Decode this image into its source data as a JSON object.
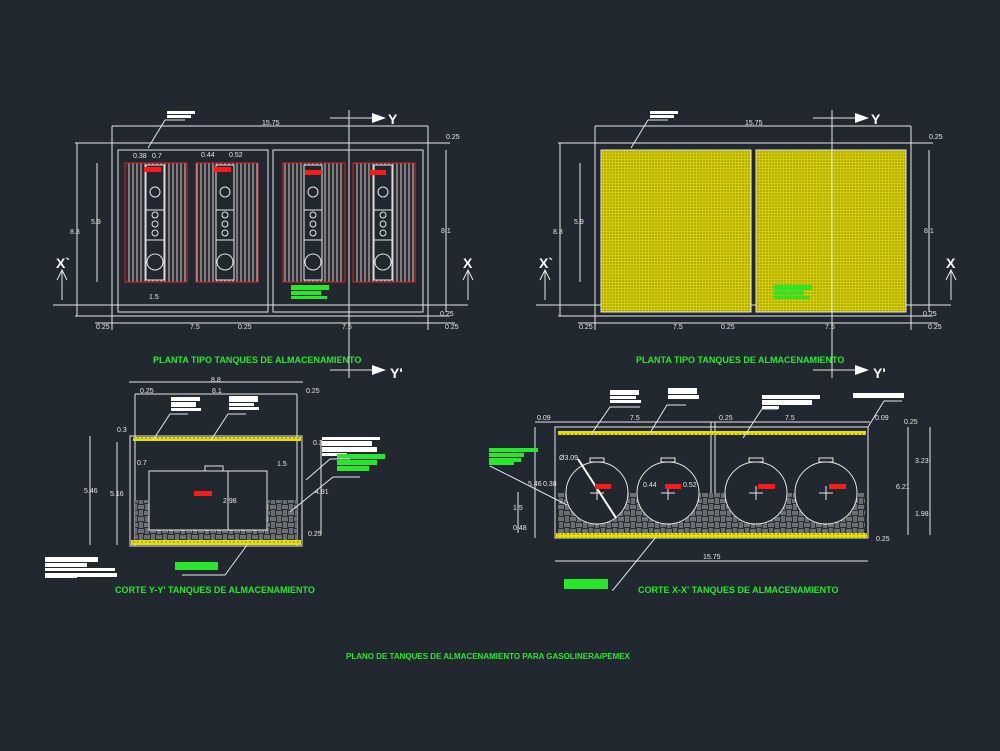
{
  "titles": {
    "plan_left": "PLANTA TIPO TANQUES DE ALMACENAMIENTO",
    "plan_right": "PLANTA TIPO TANQUES DE ALMACENAMIENTO",
    "section_yy": "CORTE Y-Y' TANQUES DE ALMACENAMIENTO",
    "section_xx": "CORTE X-X' TANQUES DE ALMACENAMIENTO",
    "sheet": "PLANO DE TANQUES DE ALMACENAMIENTO PARA GASOLINERA/PEMEX"
  },
  "section_markers": {
    "y": "Y",
    "y_prime": "Y'",
    "x": "X",
    "x_prime": "X`"
  },
  "plan_dims": {
    "total_width": "15.75",
    "top_offset": "0.25",
    "height_outer": "8.8",
    "height_tank": "5.9",
    "height_inner": "8.1",
    "bottom_gap": "1.5",
    "left_edge": "0.25",
    "bay_left": "7.5",
    "mid_left": "0.25",
    "bay_right": "7.5",
    "right_edge": "0.25",
    "bottom_small": "0.25",
    "tank_offset": "0.38",
    "tank_sep": "0.7",
    "tank_gap": "0.44",
    "tank_edge": "0.52"
  },
  "section_yy_dims": {
    "outer": "8.8",
    "inner": "8.1",
    "left_wall": "0.25",
    "right_wall": "0.25",
    "slab": "0.3",
    "total_h": "5.46",
    "inner_h": "5.16",
    "left_clear": "0.7",
    "right_clear": "1.5",
    "tank_h": "2.98",
    "fill_h": "4.91",
    "base": "0.25",
    "side_right": "0.3"
  },
  "section_xx_dims": {
    "left_wall": "0.09",
    "bay_left": "7.5",
    "mid": "0.25",
    "bay_right": "7.5",
    "right_wall": "0.09",
    "top_slab": "0.25",
    "upper_h": "3.23",
    "total_h": "6.21",
    "lower_h": "1.98",
    "left_total": "5.46",
    "left_mid": "1.5",
    "left_low": "0.48",
    "gap1": "0.38",
    "gap2": "0.44",
    "gap3": "0.52",
    "diameter": "Ø3.09",
    "width": "15.75",
    "base": "0.25"
  },
  "colors": {
    "background": "#212830",
    "lines": "#e6e6e6",
    "titles": "#27e82b",
    "tags": "#ff1a1a",
    "hatch": "#e8e000"
  }
}
